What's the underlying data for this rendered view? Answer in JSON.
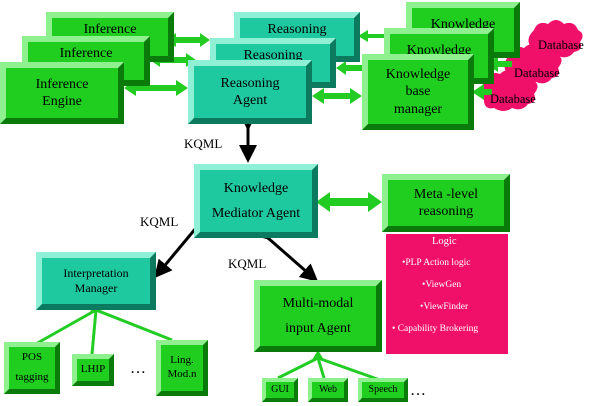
{
  "title": "",
  "boxes": {
    "inference_back2": "Inference",
    "inference_back1": "Inference",
    "inference_front": [
      "Inference",
      "Engine"
    ],
    "reasoning_back2": "Reasoning",
    "reasoning_back1": "Reasoning",
    "reasoning_front": [
      "Reasoning",
      "Agent"
    ],
    "kb_back2": "Knowledge",
    "kb_back1": "Knowledge",
    "kb_front": [
      "Knowledge",
      "base",
      "manager"
    ],
    "mediator": [
      "Knowledge",
      "Mediator Agent"
    ],
    "meta": [
      "Meta -level",
      "reasoning"
    ],
    "interpretation": [
      "Interpretation",
      "Manager"
    ],
    "multimodal": [
      "Multi-modal",
      "input Agent"
    ],
    "pos": [
      "POS",
      "tagging"
    ],
    "lhip": "LHIP",
    "ling": [
      "Ling.",
      "Mod.n"
    ],
    "gui": "GUI",
    "web": "Web",
    "speech": "Speech"
  },
  "databases": [
    "Database",
    "Database",
    "Database"
  ],
  "connectors": {
    "kqml_1": "KQML",
    "kqml_2": "KQML",
    "kqml_3": "KQML"
  },
  "ellipses": {
    "left": "…",
    "right": "…"
  },
  "meta_panel": {
    "heading": "Logic",
    "items": [
      "•PLP Action logic",
      "•ViewGen",
      "•ViewFinder",
      "• Capability Brokering"
    ]
  },
  "colors": {
    "green": "#1fce1f",
    "teal": "#1fc9a0",
    "pink": "#f0106a",
    "arrow": "#22cc22"
  }
}
